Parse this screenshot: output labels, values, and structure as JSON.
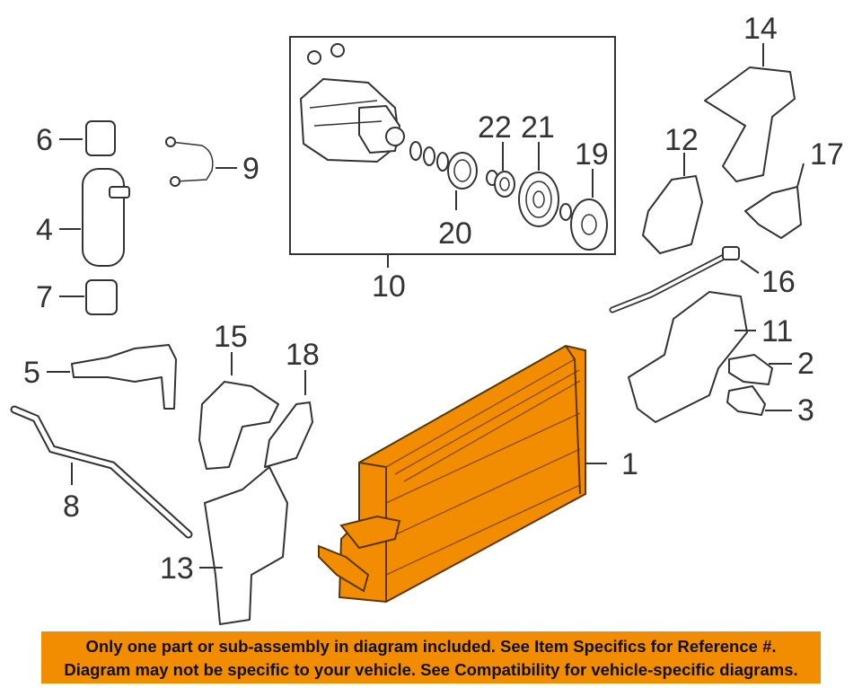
{
  "callouts": {
    "c1": "1",
    "c2": "2",
    "c3": "3",
    "c4": "4",
    "c5": "5",
    "c6": "6",
    "c7": "7",
    "c8": "8",
    "c9": "9",
    "c10": "10",
    "c11": "11",
    "c12": "12",
    "c13": "13",
    "c14": "14",
    "c15": "15",
    "c16": "16",
    "c17": "17",
    "c18": "18",
    "c19": "19",
    "c20": "20",
    "c21": "21",
    "c22": "22"
  },
  "banner": {
    "line1": "Only one part or sub-assembly in diagram included. See Item Specifics for Reference #.",
    "line2": "Diagram may not be specific to your vehicle. See Compatibility for vehicle-specific diagrams."
  },
  "colors": {
    "highlight": "#f28c00",
    "line": "#333333",
    "banner": "#f28c00"
  }
}
